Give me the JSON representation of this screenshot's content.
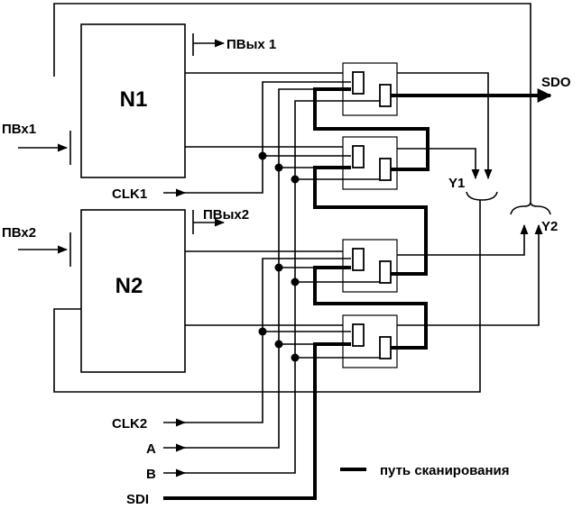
{
  "blocks": {
    "n1": "N1",
    "n2": "N2"
  },
  "inputs": {
    "pvx1": "ПВх1",
    "pvx2": "ПВх2",
    "clk1": "CLK1",
    "clk2": "CLK2",
    "a": "A",
    "b": "B",
    "sdi": "SDI"
  },
  "outputs": {
    "pvyx1": "ПВых 1",
    "pvyx2": "ПВых2",
    "sdo": "SDO",
    "y1": "Y1",
    "y2": "Y2"
  },
  "legend": {
    "scan_path": "путь сканирования"
  }
}
